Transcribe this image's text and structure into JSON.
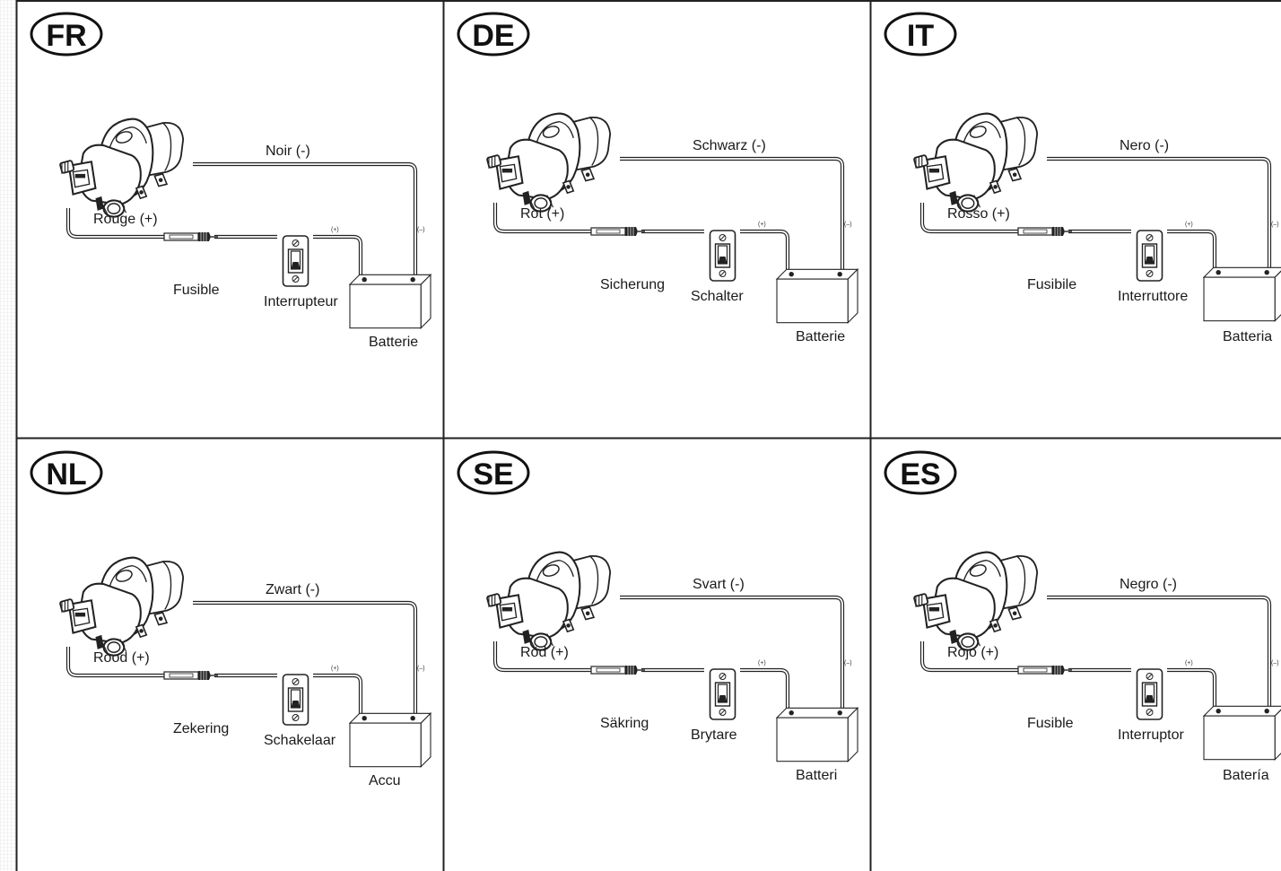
{
  "panels": [
    {
      "code": "FR",
      "black": "Noir (-)",
      "red": "Rouge (+)",
      "fuse": "Fusible",
      "switch": "Interrupteur",
      "battery": "Batterie"
    },
    {
      "code": "DE",
      "black": "Schwarz (-)",
      "red": "Rot (+)",
      "fuse": "Sicherung",
      "switch": "Schalter",
      "battery": "Batterie"
    },
    {
      "code": "IT",
      "black": "Nero (-)",
      "red": "Rosso (+)",
      "fuse": "Fusibile",
      "switch": "Interruttore",
      "battery": "Batteria"
    },
    {
      "code": "NL",
      "black": "Zwart (-)",
      "red": "Rood (+)",
      "fuse": "Zekering",
      "switch": "Schakelaar",
      "battery": "Accu"
    },
    {
      "code": "SE",
      "black": "Svart (-)",
      "red": "Röd (+)",
      "fuse": "Säkring",
      "switch": "Brytare",
      "battery": "Batteri"
    },
    {
      "code": "ES",
      "black": "Negro (-)",
      "red": "Rojo (+)",
      "fuse": "Fusible",
      "switch": "Interruptor",
      "battery": "Batería"
    }
  ],
  "polarity": {
    "plus": "(+)",
    "minus": "(–)"
  }
}
